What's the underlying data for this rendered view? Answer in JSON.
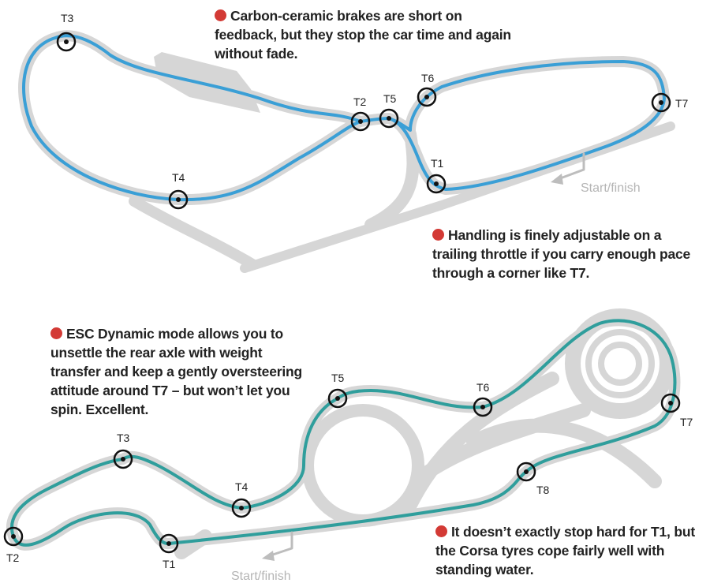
{
  "colors": {
    "track_top": "#3a9fd6",
    "track_bottom": "#2f9e9c",
    "tarmac": "#d6d6d6",
    "bullet": "#d33a35"
  },
  "top_track": {
    "turns": {
      "t1": "T1",
      "t2": "T2",
      "t3": "T3",
      "t4": "T4",
      "t5": "T5",
      "t6": "T6",
      "t7": "T7"
    },
    "start_finish": "Start/finish",
    "notes": [
      "Carbon-ceramic brakes are short on feedback, but they stop the car time and again without fade.",
      "Handling is finely adjustable on a trailing throttle if you carry enough pace through a corner like T7."
    ]
  },
  "bottom_track": {
    "turns": {
      "t1": "T1",
      "t2": "T2",
      "t3": "T3",
      "t4": "T4",
      "t5": "T5",
      "t6": "T6",
      "t7": "T7",
      "t8": "T8"
    },
    "start_finish": "Start/finish",
    "notes": [
      "ESC Dynamic mode allows you to unsettle the rear axle with weight transfer and keep a gently oversteering attitude around T7 – but won’t let you spin. Excellent.",
      "It doesn’t exactly stop hard for T1, but the Corsa tyres cope fairly well with standing water."
    ]
  }
}
